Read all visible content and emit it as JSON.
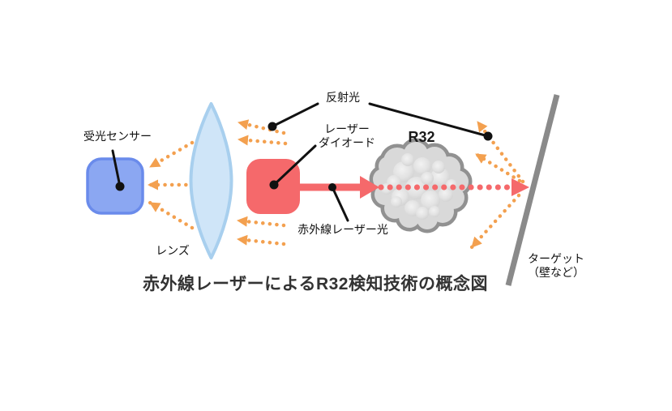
{
  "diagram": {
    "title": "赤外線レーザーによるR32検知技術の概念図",
    "nodes": {
      "sensor": {
        "label": "受光センサー",
        "fill": "#8ba7f2",
        "border": "#6a8beb"
      },
      "lens": {
        "label": "レンズ",
        "fill": "#cfe5f8",
        "border": "#a8cfee"
      },
      "laser_diode": {
        "label_line1": "レーザー",
        "label_line2": "ダイオード",
        "fill": "#f5696b"
      },
      "gas_cloud": {
        "label": "R32",
        "fill": "#d9d9d9",
        "outline": "#919191"
      },
      "target_wall": {
        "label_line1": "ターゲット",
        "label_line2": "（壁など）",
        "color": "#8a8a8a"
      }
    },
    "beams": {
      "laser_beam": {
        "label": "赤外線レーザー光",
        "color": "#f5696b"
      },
      "reflected_light": {
        "label": "反射光",
        "color": "#f3a04f"
      }
    },
    "annotation_color": "#111111",
    "title_color": "#333333",
    "background": "#ffffff"
  }
}
